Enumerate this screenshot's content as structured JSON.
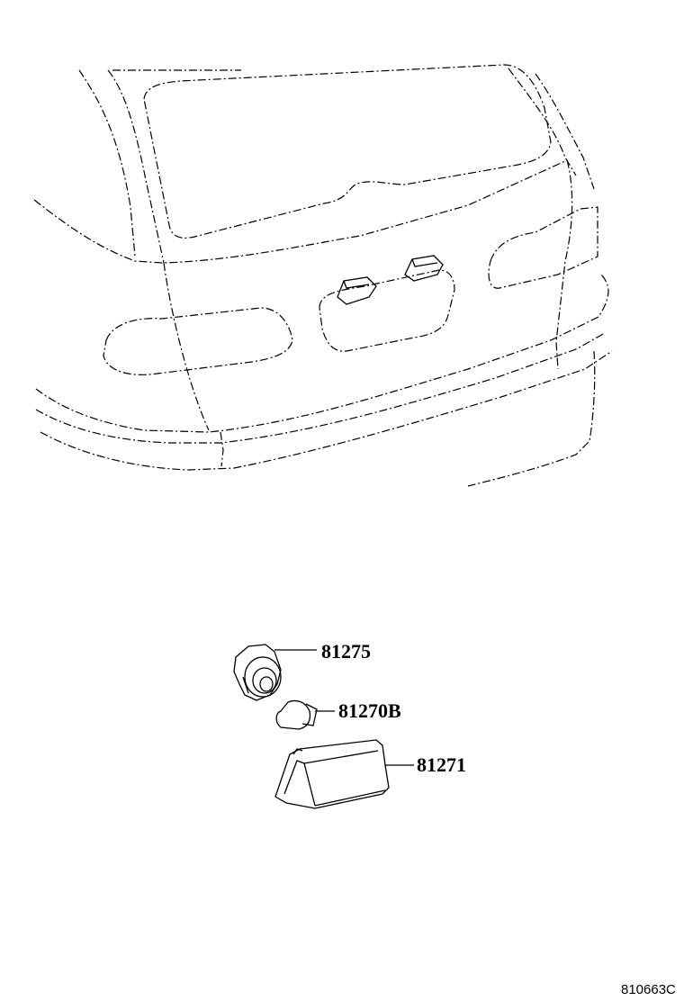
{
  "parts": [
    {
      "number": "81275"
    },
    {
      "number": "81270B"
    },
    {
      "number": "81271"
    }
  ],
  "illustration_code": "810663C"
}
